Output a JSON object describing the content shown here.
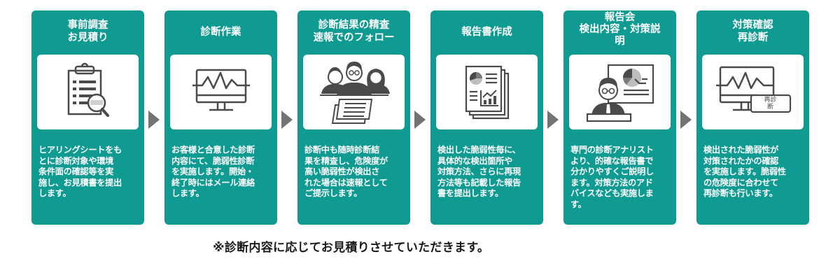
{
  "colors": {
    "card_bg": "#0f9a92",
    "icon_box_bg": "#ffffff",
    "arrow": "#737373",
    "icon_stroke": "#4a4a4a"
  },
  "steps": [
    {
      "title": "事前調査\nお見積り",
      "icon": "clipboard-magnifier-icon",
      "description": "ヒアリングシートをも\nとに診断対象や環境\n条件面の確認等を実\n施し、お見積書を提出\nします。"
    },
    {
      "title": "診断作業",
      "icon": "monitor-pulse-icon",
      "description": "お客様と合意した診断\n内容にて、脆弱性診断\nを実施します。開始・\n終了時にはメール連絡\nします。"
    },
    {
      "title": "診断結果の精査\n速報でのフォロー",
      "icon": "team-documents-icon",
      "description": "診断中も随時診断結\n果を精査し、危険度が\n高い脆弱性が検出さ\nれた場合は速報として\nご提示します。"
    },
    {
      "title": "報告書作成",
      "icon": "report-documents-icon",
      "description": "検出した脆弱性毎に、\n具体的な検出箇所や\n対策方法、さらに再現\n方法等も記載した報告\n書を提出します。"
    },
    {
      "title": "報告会\n検出内容・対策説\n明",
      "icon": "presenter-icon",
      "description": "専門の診断アナリスト\nより、的確な報告書で\n分かりやすくご説明し\nます。対策方法のアド\nバイスなども実施しま\nす。"
    },
    {
      "title": "対策確認\n再診断",
      "icon": "monitor-rediagnosis-icon",
      "icon_label": "再診\n断",
      "description": "検出された脆弱性が\n対策されたかの確認\nを実施します。脆弱性\nの危険度に合わせて\n再診断も行います。"
    }
  ],
  "note": "※診断内容に応じてお見積りさせていただきます。"
}
